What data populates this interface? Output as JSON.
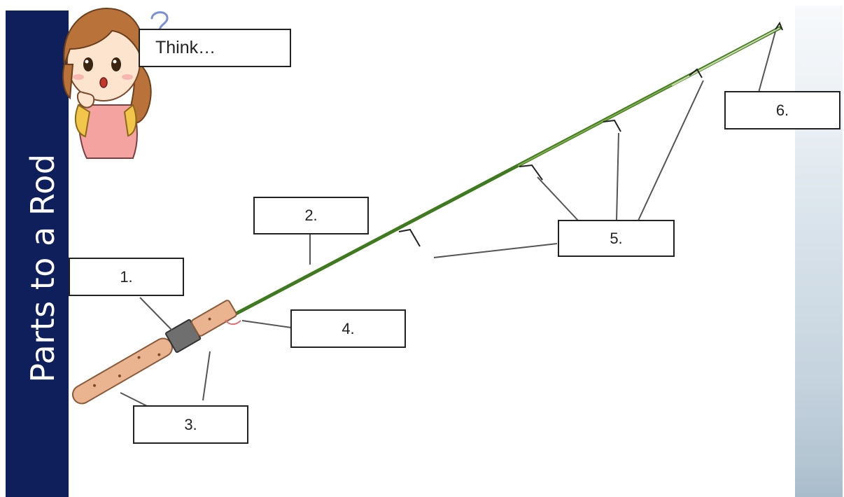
{
  "slide": {
    "title": "Parts to a Rod",
    "think_text": "Think…"
  },
  "labels": [
    "1.",
    "2.",
    "3.",
    "4.",
    "5.",
    "6."
  ],
  "colors": {
    "sidebar": "#0f1f5c",
    "rod": "#3f7a1e",
    "cork": "#e9b48f",
    "reel_seat": "#6f6f6f"
  },
  "icons": [
    "thinking-girl-icon",
    "question-mark-icon",
    "fishing-rod-icon"
  ]
}
